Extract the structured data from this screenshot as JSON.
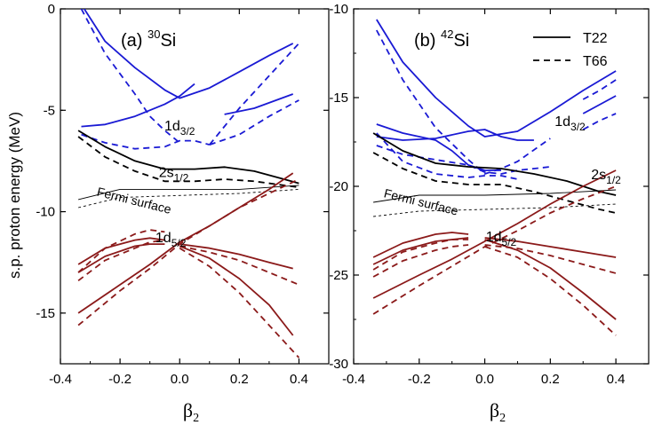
{
  "chart_data": [
    {
      "type": "line",
      "panel_label": "(a)",
      "nucleus_mass": "30",
      "nucleus_symbol": "Si",
      "xlabel_main": "β",
      "xlabel_sub": "2",
      "ylabel": "s.p. proton energy (MeV)",
      "xlim": [
        -0.4,
        0.5
      ],
      "ylim": [
        -17.5,
        0
      ],
      "xticks": [
        "-0.4",
        "-0.2",
        "0.0",
        "0.2",
        "0.4"
      ],
      "xtick_values": [
        -0.4,
        -0.2,
        0.0,
        0.2,
        0.4
      ],
      "yticks": [
        "0",
        "-5",
        "-10",
        "-15"
      ],
      "ytick_values": [
        0,
        -5,
        -10,
        -15
      ],
      "grid": false,
      "state_labels": [
        {
          "main": "1d",
          "sub": "3/2",
          "x": 0.0,
          "y": -6.0
        },
        {
          "main": "2s",
          "sub": "1/2",
          "x": -0.02,
          "y": -8.3
        },
        {
          "main": "1d",
          "sub": "5/2",
          "x": -0.03,
          "y": -11.5
        }
      ],
      "fermi_label": {
        "text": "Fermi surface",
        "x": -0.28,
        "y": -9.2
      },
      "series": [
        {
          "group": "1d3/2",
          "style": "T22",
          "color": "#1a1ad4",
          "x": [
            -0.32,
            -0.25,
            -0.15,
            -0.05,
            0.0,
            0.1,
            0.2,
            0.3,
            0.38
          ],
          "y": [
            0.0,
            -1.6,
            -2.9,
            -4.0,
            -4.4,
            -3.9,
            -3.1,
            -2.3,
            -1.7
          ]
        },
        {
          "group": "1d3/2",
          "style": "T22",
          "color": "#1a1ad4",
          "x": [
            -0.33,
            -0.25,
            -0.15,
            -0.05,
            0.0,
            0.05
          ],
          "y": [
            -5.8,
            -5.7,
            -5.3,
            -4.7,
            -4.3,
            -3.7
          ]
        },
        {
          "group": "1d3/2",
          "style": "T22",
          "color": "#1a1ad4",
          "x": [
            0.15,
            0.25,
            0.38
          ],
          "y": [
            -5.2,
            -4.9,
            -4.2
          ]
        },
        {
          "group": "1d3/2",
          "style": "T66",
          "color": "#1a1ad4",
          "x": [
            -0.33,
            -0.25,
            -0.15,
            -0.1,
            -0.05,
            0.0
          ],
          "y": [
            0.0,
            -2.2,
            -4.2,
            -5.3,
            -6.0,
            -6.6
          ]
        },
        {
          "group": "1d3/2",
          "style": "T66",
          "color": "#1a1ad4",
          "x": [
            -0.33,
            -0.25,
            -0.15,
            -0.05,
            0.0,
            0.05,
            0.1
          ],
          "y": [
            -6.2,
            -6.6,
            -6.9,
            -6.8,
            -6.5,
            -6.5,
            -6.7
          ]
        },
        {
          "group": "1d3/2",
          "style": "T66",
          "color": "#1a1ad4",
          "x": [
            0.1,
            0.2,
            0.3,
            0.4
          ],
          "y": [
            -6.7,
            -4.9,
            -3.3,
            -1.7
          ]
        },
        {
          "group": "1d3/2",
          "style": "T66",
          "color": "#1a1ad4",
          "x": [
            0.1,
            0.2,
            0.3,
            0.4
          ],
          "y": [
            -6.7,
            -6.2,
            -5.3,
            -4.5
          ]
        },
        {
          "group": "2s1/2",
          "style": "T22",
          "color": "#000000",
          "x": [
            -0.34,
            -0.25,
            -0.15,
            -0.05,
            0.05,
            0.15,
            0.25,
            0.35,
            0.4
          ],
          "y": [
            -6.0,
            -6.8,
            -7.5,
            -7.9,
            -7.9,
            -7.8,
            -8.0,
            -8.4,
            -8.6
          ]
        },
        {
          "group": "2s1/2",
          "style": "T66",
          "color": "#000000",
          "x": [
            -0.34,
            -0.25,
            -0.15,
            -0.05,
            0.05,
            0.15,
            0.25,
            0.35,
            0.4
          ],
          "y": [
            -6.3,
            -7.3,
            -8.0,
            -8.5,
            -8.5,
            -8.4,
            -8.5,
            -8.7,
            -8.8
          ]
        },
        {
          "group": "fermi",
          "style": "T22",
          "color": "#000000",
          "x": [
            -0.34,
            -0.2,
            0.0,
            0.2,
            0.4
          ],
          "y": [
            -9.4,
            -8.9,
            -8.9,
            -8.9,
            -8.7
          ]
        },
        {
          "group": "fermi",
          "style": "T66",
          "color": "#000000",
          "x": [
            -0.34,
            -0.2,
            0.0,
            0.2,
            0.4
          ],
          "y": [
            -9.8,
            -9.3,
            -9.2,
            -9.1,
            -8.9
          ]
        },
        {
          "group": "1d5/2",
          "style": "T22",
          "color": "#8b1a1a",
          "x": [
            -0.34,
            -0.25,
            -0.15,
            -0.1,
            -0.05
          ],
          "y": [
            -12.6,
            -11.8,
            -11.4,
            -11.3,
            -11.4
          ]
        },
        {
          "group": "1d5/2",
          "style": "T22",
          "color": "#8b1a1a",
          "x": [
            -0.34,
            -0.25,
            -0.15,
            -0.1,
            -0.05
          ],
          "y": [
            -13.0,
            -12.2,
            -11.7,
            -11.6,
            -11.6
          ]
        },
        {
          "group": "1d5/2",
          "style": "T22",
          "color": "#8b1a1a",
          "x": [
            -0.34,
            -0.2,
            -0.1,
            0.0,
            0.1,
            0.2,
            0.3,
            0.38
          ],
          "y": [
            -15.0,
            -13.6,
            -12.6,
            -11.5,
            -10.7,
            -9.8,
            -8.9,
            -8.1
          ]
        },
        {
          "group": "1d5/2",
          "style": "T22",
          "color": "#8b1a1a",
          "x": [
            0.0,
            0.1,
            0.2,
            0.3,
            0.38
          ],
          "y": [
            -11.6,
            -11.8,
            -12.1,
            -12.5,
            -12.8
          ]
        },
        {
          "group": "1d5/2",
          "style": "T22",
          "color": "#8b1a1a",
          "x": [
            0.0,
            0.1,
            0.2,
            0.3,
            0.38
          ],
          "y": [
            -11.7,
            -12.3,
            -13.3,
            -14.6,
            -16.1
          ]
        },
        {
          "group": "1d5/2",
          "style": "T66",
          "color": "#8b1a1a",
          "x": [
            -0.34,
            -0.25,
            -0.15,
            -0.1,
            -0.05
          ],
          "y": [
            -13.0,
            -11.8,
            -11.1,
            -10.9,
            -11.0
          ]
        },
        {
          "group": "1d5/2",
          "style": "T66",
          "color": "#8b1a1a",
          "x": [
            -0.34,
            -0.25,
            -0.15,
            -0.1,
            -0.05
          ],
          "y": [
            -13.4,
            -12.4,
            -11.8,
            -11.5,
            -11.4
          ]
        },
        {
          "group": "1d5/2",
          "style": "T66",
          "color": "#8b1a1a",
          "x": [
            -0.34,
            -0.2,
            -0.1,
            0.0,
            0.1,
            0.2,
            0.3,
            0.4
          ],
          "y": [
            -15.6,
            -13.9,
            -12.8,
            -11.6,
            -10.7,
            -9.8,
            -9.1,
            -8.4
          ]
        },
        {
          "group": "1d5/2",
          "style": "T66",
          "color": "#8b1a1a",
          "x": [
            0.0,
            0.1,
            0.2,
            0.3,
            0.4
          ],
          "y": [
            -11.7,
            -12.0,
            -12.4,
            -13.0,
            -13.6
          ]
        },
        {
          "group": "1d5/2",
          "style": "T66",
          "color": "#8b1a1a",
          "x": [
            0.0,
            0.1,
            0.2,
            0.3,
            0.4
          ],
          "y": [
            -11.8,
            -12.7,
            -14.0,
            -15.6,
            -17.2
          ]
        }
      ]
    },
    {
      "type": "line",
      "panel_label": "(b)",
      "nucleus_mass": "42",
      "nucleus_symbol": "Si",
      "xlabel_main": "β",
      "xlabel_sub": "2",
      "ylabel": "",
      "xlim": [
        -0.4,
        0.5
      ],
      "ylim": [
        -30,
        -10
      ],
      "xticks": [
        "-0.4",
        "-0.2",
        "0.0",
        "0.2",
        "0.4"
      ],
      "xtick_values": [
        -0.4,
        -0.2,
        0.0,
        0.2,
        0.4
      ],
      "yticks": [
        "-10",
        "-15",
        "-20",
        "-25",
        "-30"
      ],
      "ytick_values": [
        -10,
        -15,
        -20,
        -25,
        -30
      ],
      "grid": false,
      "legend": {
        "position": "top-right",
        "entries": [
          {
            "label": "T22",
            "style": "solid"
          },
          {
            "label": "T66",
            "style": "dashed"
          }
        ]
      },
      "state_labels": [
        {
          "main": "1d",
          "sub": "3/2",
          "x": 0.26,
          "y": -16.6
        },
        {
          "main": "2s",
          "sub": "1/2",
          "x": 0.37,
          "y": -19.6
        },
        {
          "main": "1d",
          "sub": "5/2",
          "x": 0.05,
          "y": -23.1
        }
      ],
      "fermi_label": {
        "text": "Fermi surface",
        "x": -0.31,
        "y": -20.6
      },
      "series": [
        {
          "group": "1d3/2",
          "style": "T22",
          "color": "#1a1ad4",
          "x": [
            -0.33,
            -0.25,
            -0.15,
            -0.05,
            0.0,
            0.1,
            0.2,
            0.3,
            0.4
          ],
          "y": [
            -10.6,
            -13.0,
            -15.0,
            -16.6,
            -17.2,
            -16.9,
            -15.8,
            -14.6,
            -13.5
          ]
        },
        {
          "group": "1d3/2",
          "style": "T22",
          "color": "#1a1ad4",
          "x": [
            -0.33,
            -0.25,
            -0.15,
            -0.05,
            0.0,
            0.05,
            0.1,
            0.15
          ],
          "y": [
            -17.2,
            -17.4,
            -17.3,
            -16.9,
            -16.8,
            -17.2,
            -17.4,
            -17.4
          ]
        },
        {
          "group": "1d3/2",
          "style": "T22",
          "color": "#1a1ad4",
          "x": [
            -0.33,
            -0.25,
            -0.15,
            -0.1,
            -0.05,
            0.0,
            0.05
          ],
          "y": [
            -16.5,
            -17.0,
            -17.4,
            -18.0,
            -18.8,
            -19.1,
            -19.1
          ]
        },
        {
          "group": "1d3/2",
          "style": "T22",
          "color": "#1a1ad4",
          "x": [
            0.3,
            0.35,
            0.4
          ],
          "y": [
            -15.9,
            -15.4,
            -14.9
          ]
        },
        {
          "group": "1d3/2",
          "style": "T66",
          "color": "#1a1ad4",
          "x": [
            -0.33,
            -0.25,
            -0.15,
            -0.05,
            0.0,
            0.05,
            0.1,
            0.2
          ],
          "y": [
            -11.2,
            -14.0,
            -16.7,
            -18.5,
            -19.3,
            -19.0,
            -18.6,
            -17.3
          ]
        },
        {
          "group": "1d3/2",
          "style": "T66",
          "color": "#1a1ad4",
          "x": [
            -0.33,
            -0.25,
            -0.15,
            -0.05,
            0.0,
            0.05,
            0.1,
            0.2
          ],
          "y": [
            -17.7,
            -18.2,
            -18.5,
            -18.8,
            -19.2,
            -19.3,
            -19.1,
            -18.9
          ]
        },
        {
          "group": "1d3/2",
          "style": "T66",
          "color": "#1a1ad4",
          "x": [
            -0.33,
            -0.25,
            -0.15,
            -0.05,
            0.0,
            0.05,
            0.1
          ],
          "y": [
            -17.0,
            -18.6,
            -19.3,
            -19.5,
            -19.4,
            -19.4,
            -19.6
          ]
        },
        {
          "group": "1d3/2",
          "style": "T66",
          "color": "#1a1ad4",
          "x": [
            0.3,
            0.35,
            0.4
          ],
          "y": [
            -15.1,
            -14.6,
            -14.0
          ]
        },
        {
          "group": "1d3/2",
          "style": "T66",
          "color": "#1a1ad4",
          "x": [
            0.3,
            0.35,
            0.4
          ],
          "y": [
            -16.8,
            -16.3,
            -15.9
          ]
        },
        {
          "group": "2s1/2",
          "style": "T22",
          "color": "#000000",
          "x": [
            -0.34,
            -0.25,
            -0.15,
            -0.05,
            0.05,
            0.15,
            0.25,
            0.35,
            0.4
          ],
          "y": [
            -17.0,
            -18.0,
            -18.7,
            -18.9,
            -19.0,
            -19.3,
            -19.7,
            -20.3,
            -20.5
          ]
        },
        {
          "group": "2s1/2",
          "style": "T66",
          "color": "#000000",
          "x": [
            -0.34,
            -0.25,
            -0.15,
            -0.05,
            0.05,
            0.15,
            0.25,
            0.35,
            0.4
          ],
          "y": [
            -18.1,
            -19.0,
            -19.7,
            -19.9,
            -19.9,
            -20.3,
            -20.8,
            -21.3,
            -21.5
          ]
        },
        {
          "group": "fermi",
          "style": "T22",
          "color": "#000000",
          "x": [
            -0.34,
            -0.2,
            0.0,
            0.2,
            0.4
          ],
          "y": [
            -20.9,
            -20.5,
            -20.5,
            -20.4,
            -20.2
          ]
        },
        {
          "group": "fermi",
          "style": "T66",
          "color": "#000000",
          "x": [
            -0.34,
            -0.2,
            0.0,
            0.2,
            0.4
          ],
          "y": [
            -21.7,
            -21.4,
            -21.3,
            -21.2,
            -21.0
          ]
        },
        {
          "group": "1d5/2",
          "style": "T22",
          "color": "#8b1a1a",
          "x": [
            -0.34,
            -0.25,
            -0.15,
            -0.1,
            -0.05
          ],
          "y": [
            -24.0,
            -23.2,
            -22.7,
            -22.6,
            -22.7
          ]
        },
        {
          "group": "1d5/2",
          "style": "T22",
          "color": "#8b1a1a",
          "x": [
            -0.34,
            -0.25,
            -0.15,
            -0.1,
            -0.05
          ],
          "y": [
            -24.4,
            -23.6,
            -23.1,
            -23.0,
            -22.9
          ]
        },
        {
          "group": "1d5/2",
          "style": "T22",
          "color": "#8b1a1a",
          "x": [
            -0.34,
            -0.2,
            -0.1,
            0.0,
            0.1,
            0.2,
            0.3,
            0.4
          ],
          "y": [
            -26.3,
            -25.0,
            -24.1,
            -23.1,
            -22.1,
            -21.0,
            -20.0,
            -19.1
          ]
        },
        {
          "group": "1d5/2",
          "style": "T22",
          "color": "#8b1a1a",
          "x": [
            0.0,
            0.1,
            0.2,
            0.3,
            0.4
          ],
          "y": [
            -22.9,
            -23.1,
            -23.4,
            -23.7,
            -24.0
          ]
        },
        {
          "group": "1d5/2",
          "style": "T22",
          "color": "#8b1a1a",
          "x": [
            0.0,
            0.1,
            0.2,
            0.3,
            0.4
          ],
          "y": [
            -23.0,
            -23.6,
            -24.6,
            -26.0,
            -27.5
          ]
        },
        {
          "group": "1d5/2",
          "style": "T66",
          "color": "#8b1a1a",
          "x": [
            -0.34,
            -0.25,
            -0.15,
            -0.1,
            -0.05
          ],
          "y": [
            -24.7,
            -23.7,
            -23.2,
            -23.0,
            -23.0
          ]
        },
        {
          "group": "1d5/2",
          "style": "T66",
          "color": "#8b1a1a",
          "x": [
            -0.34,
            -0.25,
            -0.15,
            -0.1,
            -0.05
          ],
          "y": [
            -25.1,
            -24.2,
            -23.6,
            -23.4,
            -23.3
          ]
        },
        {
          "group": "1d5/2",
          "style": "T66",
          "color": "#8b1a1a",
          "x": [
            -0.34,
            -0.2,
            -0.1,
            0.0,
            0.1,
            0.2,
            0.3,
            0.4
          ],
          "y": [
            -27.2,
            -25.6,
            -24.5,
            -23.4,
            -22.5,
            -21.5,
            -20.7,
            -20.0
          ]
        },
        {
          "group": "1d5/2",
          "style": "T66",
          "color": "#8b1a1a",
          "x": [
            0.0,
            0.1,
            0.2,
            0.3,
            0.4
          ],
          "y": [
            -23.3,
            -23.5,
            -23.9,
            -24.4,
            -24.9
          ]
        },
        {
          "group": "1d5/2",
          "style": "T66",
          "color": "#8b1a1a",
          "x": [
            0.0,
            0.1,
            0.2,
            0.3,
            0.4
          ],
          "y": [
            -23.4,
            -24.0,
            -25.2,
            -26.7,
            -28.4
          ]
        }
      ]
    }
  ]
}
